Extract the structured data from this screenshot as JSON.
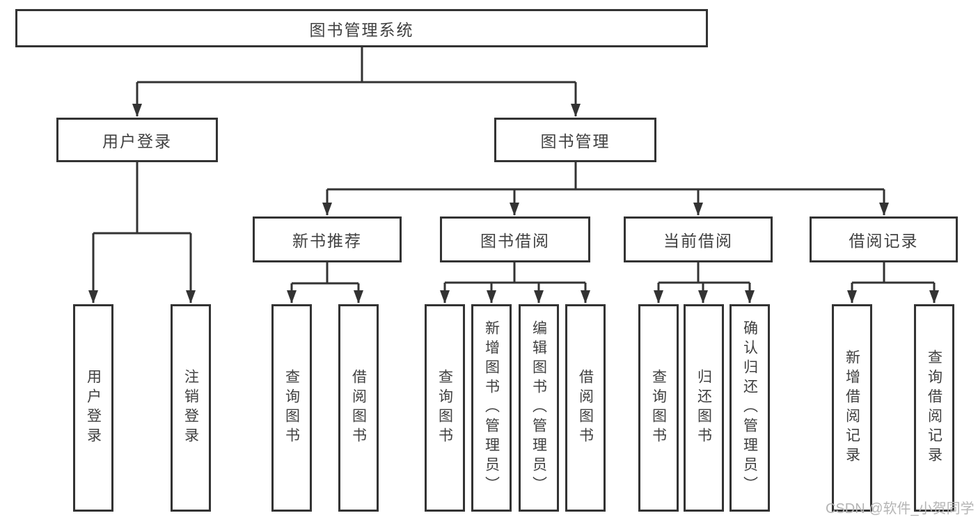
{
  "diagram": {
    "root": {
      "label": "图书管理系统"
    },
    "level2": [
      {
        "id": "user-login",
        "label": "用户登录",
        "parent": "图书管理系统"
      },
      {
        "id": "book-management",
        "label": "图书管理",
        "parent": "图书管理系统"
      }
    ],
    "level3": [
      {
        "id": "new-book-recommend",
        "label": "新书推荐",
        "parent": "图书管理"
      },
      {
        "id": "book-borrowing",
        "label": "图书借阅",
        "parent": "图书管理"
      },
      {
        "id": "current-borrowing",
        "label": "当前借阅",
        "parent": "图书管理"
      },
      {
        "id": "borrowing-records",
        "label": "借阅记录",
        "parent": "图书管理"
      }
    ],
    "leaves": [
      {
        "label": "用户登录",
        "parent": "用户登录"
      },
      {
        "label": "注销登录",
        "parent": "用户登录"
      },
      {
        "label": "查询图书",
        "parent": "新书推荐"
      },
      {
        "label": "借阅图书",
        "parent": "新书推荐"
      },
      {
        "label": "查询图书",
        "parent": "图书借阅"
      },
      {
        "label": "新增图书（管理员）",
        "parent": "图书借阅"
      },
      {
        "label": "编辑图书（管理员）",
        "parent": "图书借阅"
      },
      {
        "label": "借阅图书",
        "parent": "图书借阅"
      },
      {
        "label": "查询图书",
        "parent": "当前借阅"
      },
      {
        "label": "归还图书",
        "parent": "当前借阅"
      },
      {
        "label": "确认归还（管理员）",
        "parent": "当前借阅"
      },
      {
        "label": "新增借阅记录",
        "parent": "借阅记录"
      },
      {
        "label": "查询借阅记录",
        "parent": "借阅记录"
      }
    ],
    "watermark": "CSDN @软件_小贺同学",
    "colors": {
      "line": "#333333",
      "text": "#404040",
      "box_background": "#ffffff",
      "background": "#ffffff",
      "watermark": "#b5b5b5"
    }
  }
}
